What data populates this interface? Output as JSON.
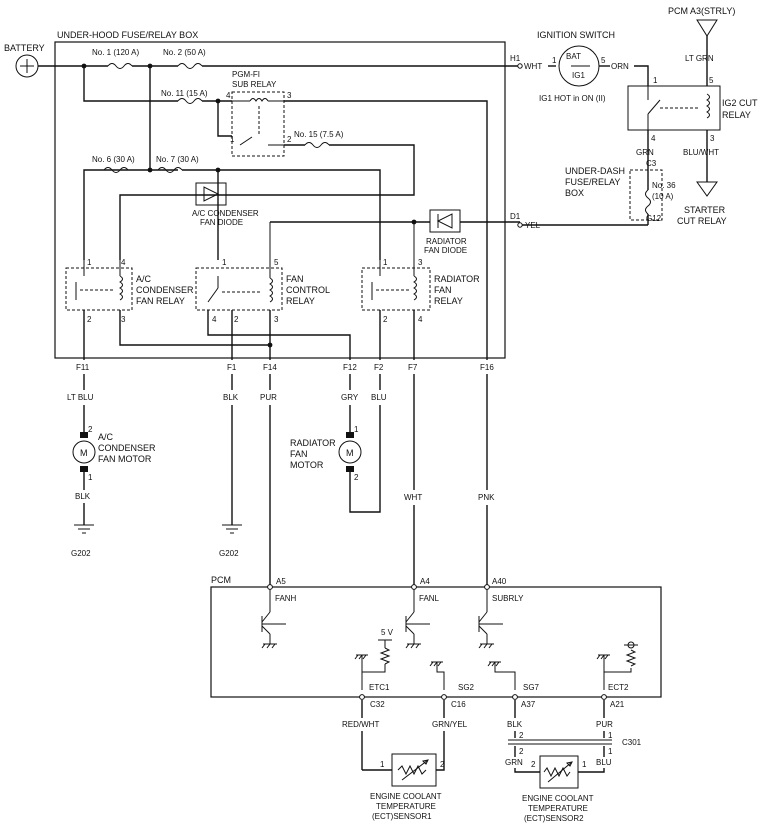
{
  "labels": {
    "battery": "BATTERY",
    "under_hood_box": "UNDER-HOOD FUSE/RELAY BOX",
    "fuse1": "No. 1 (120 A)",
    "fuse2": "No. 2 (50 A)",
    "fuse11": "No. 11 (15 A)",
    "fuse6": "No. 6 (30 A)",
    "fuse7": "No. 7 (30 A)",
    "fuse15": "No. 15 (7.5 A)",
    "pgmfi_relay_l1": "PGM-FI",
    "pgmfi_relay_l2": "SUB RELAY",
    "ac_diode_l1": "A/C CONDENSER",
    "ac_diode_l2": "FAN DIODE",
    "rad_diode_l1": "RADIATOR",
    "rad_diode_l2": "FAN DIODE",
    "ac_relay_l1": "A/C",
    "ac_relay_l2": "CONDENSER",
    "ac_relay_l3": "FAN RELAY",
    "fan_ctrl_l1": "FAN",
    "fan_ctrl_l2": "CONTROL",
    "fan_ctrl_l3": "RELAY",
    "rad_relay_l1": "RADIATOR",
    "rad_relay_l2": "FAN",
    "rad_relay_l3": "RELAY",
    "ignition_switch": "IGNITION SWITCH",
    "bat": "BAT",
    "ig1": "IG1",
    "ig1_hot": "IG1 HOT in ON (II)",
    "pcm_a3": "PCM A3(STRLY)",
    "ig2_relay_l1": "IG2 CUT",
    "ig2_relay_l2": "RELAY",
    "under_dash_l1": "UNDER-DASH",
    "under_dash_l2": "FUSE/RELAY",
    "under_dash_l3": "BOX",
    "fuse36_l1": "No. 36",
    "fuse36_l2": "(10 A)",
    "starter_l1": "STARTER",
    "starter_l2": "CUT RELAY",
    "ac_motor_l1": "A/C",
    "ac_motor_l2": "CONDENSER",
    "ac_motor_l3": "FAN MOTOR",
    "rad_motor_l1": "RADIATOR",
    "rad_motor_l2": "FAN",
    "rad_motor_l3": "MOTOR",
    "ground1": "G202",
    "ground2": "G202",
    "pcm": "PCM",
    "fanh": "FANH",
    "fanl": "FANL",
    "subrly": "SUBRLY",
    "five_v": "5 V",
    "etc1": "ETC1",
    "sg2": "SG2",
    "sg7": "SG7",
    "ect2": "ECT2",
    "c301": "C301",
    "sensor1_l1": "ENGINE COOLANT",
    "sensor1_l2": "TEMPERATURE",
    "sensor1_l3": "(ECT)SENSOR1",
    "sensor2_l1": "ENGINE COOLANT",
    "sensor2_l2": "TEMPERATURE",
    "sensor2_l3": "(ECT)SENSOR2",
    "motor": "M"
  },
  "connectors": {
    "h1": "H1",
    "d1": "D1",
    "c3": "C3",
    "g12": "G12",
    "f11": "F11",
    "f1": "F1",
    "f14": "F14",
    "f12": "F12",
    "f2": "F2",
    "f7": "F7",
    "f16": "F16",
    "a5": "A5",
    "a4": "A4",
    "a40": "A40",
    "c32": "C32",
    "c16": "C16",
    "a37": "A37",
    "a21": "A21"
  },
  "wires": {
    "wht_h1": "WHT",
    "orn": "ORN",
    "lt_grn": "LT GRN",
    "grn_c3": "GRN",
    "blu_wht": "BLU/WHT",
    "yel": "YEL",
    "lt_blu": "LT BLU",
    "blk_f1": "BLK",
    "pur_f14": "PUR",
    "gry": "GRY",
    "blu_f2": "BLU",
    "blk_motor": "BLK",
    "wht_f7": "WHT",
    "pnk": "PNK",
    "red_wht": "RED/WHT",
    "grn_yel": "GRN/YEL",
    "blk_sg7": "BLK",
    "pur_ect2": "PUR",
    "grn_s2": "GRN",
    "blu_s2": "BLU"
  },
  "pins": {
    "p1": "1",
    "p2": "2",
    "p3": "3",
    "p4": "4",
    "p5": "5"
  }
}
